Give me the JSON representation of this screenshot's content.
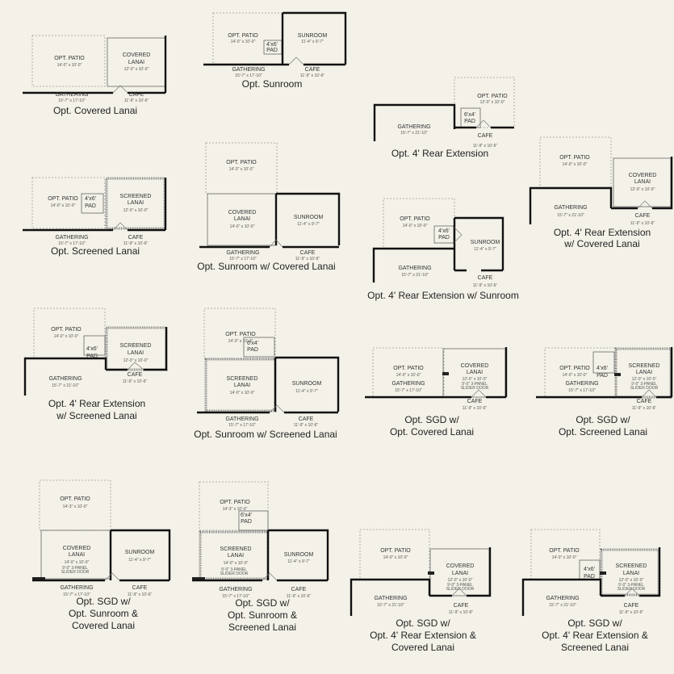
{
  "plans": [
    {
      "title": [
        "Opt. Covered Lanai"
      ],
      "labels": [
        {
          "text": "OPT. PATIO",
          "sub": "14'-0\" x 10'-0\""
        },
        {
          "text": "COVERED",
          "sub": ""
        },
        {
          "text": "LANAI",
          "sub": "12'-0\" x 10'-0\""
        },
        {
          "text": "GATHERING",
          "sub": "15'-7\" x 17'-10\""
        },
        {
          "text": "CAFE",
          "sub": "11'-9\" x 10'-6\""
        }
      ]
    },
    {
      "title": [
        "Opt. Sunroom"
      ],
      "labels": [
        {
          "text": "OPT. PATIO",
          "sub": "14'-0\" x 10'-0\""
        },
        {
          "text": "4'x6'",
          "sub": ""
        },
        {
          "text": "PAD",
          "sub": ""
        },
        {
          "text": "SUNROOM",
          "sub": "11'-4\" x 9'-7\""
        },
        {
          "text": "GATHERING",
          "sub": "15'-7\" x 17'-10\""
        },
        {
          "text": "CAFE",
          "sub": "11'-9\" x 10'-6\""
        }
      ]
    },
    {
      "title": [
        "Opt. 4' Rear Extension"
      ],
      "labels": [
        {
          "text": "OPT. PATIO",
          "sub": "12'-0\" x 10'-0\""
        },
        {
          "text": "6'x4'",
          "sub": ""
        },
        {
          "text": "PAD",
          "sub": ""
        },
        {
          "text": "GATHERING",
          "sub": "15'-7\" x 21'-10\""
        },
        {
          "text": "CAFE",
          "sub": "11'-9\" x 10'-6\""
        }
      ]
    },
    {
      "title": [
        "Opt. 4' Rear Extension",
        "w/ Covered Lanai"
      ],
      "labels": [
        {
          "text": "OPT. PATIO",
          "sub": "14'-0\" x 10'-0\""
        },
        {
          "text": "COVERED",
          "sub": ""
        },
        {
          "text": "LANAI",
          "sub": "12'-0\" x 10'-0\""
        },
        {
          "text": "GATHERING",
          "sub": "15'-7\" x 21'-10\""
        },
        {
          "text": "CAFE",
          "sub": "11'-9\" x 10'-6\""
        }
      ]
    },
    {
      "title": [
        "Opt. Screened Lanai"
      ],
      "labels": [
        {
          "text": "OPT. PATIO",
          "sub": "14'-0\" x 10'-0\""
        },
        {
          "text": "4'x6'",
          "sub": ""
        },
        {
          "text": "PAD",
          "sub": ""
        },
        {
          "text": "SCREENED",
          "sub": ""
        },
        {
          "text": "LANAI",
          "sub": "12'-0\" x 10'-0\""
        },
        {
          "text": "GATHERING",
          "sub": "15'-7\" x 17'-10\""
        },
        {
          "text": "CAFE",
          "sub": "11'-9\" x 10'-6\""
        }
      ]
    },
    {
      "title": [
        "Opt. Sunroom w/ Covered Lanai"
      ],
      "labels": [
        {
          "text": "OPT. PATIO",
          "sub": "14'-3\" x 10'-0\""
        },
        {
          "text": "COVERED",
          "sub": ""
        },
        {
          "text": "LANAI",
          "sub": "14'-0\" x 10'-0\""
        },
        {
          "text": "SUNROOM",
          "sub": "11'-4\" x 9'-7\""
        },
        {
          "text": "GATHERING",
          "sub": "15'-7\" x 17'-10\""
        },
        {
          "text": "CAFE",
          "sub": "11'-9\" x 10'-6\""
        }
      ]
    },
    {
      "title": [
        "Opt. 4' Rear Extension w/ Sunroom"
      ],
      "labels": [
        {
          "text": "OPT. PATIO",
          "sub": "14'-0\" x 10'-0\""
        },
        {
          "text": "4'x6'",
          "sub": ""
        },
        {
          "text": "PAD",
          "sub": ""
        },
        {
          "text": "SUNROOM",
          "sub": "11'-4\" x 9'-7\""
        },
        {
          "text": "GATHERING",
          "sub": "15'-7\" x 21'-10\""
        },
        {
          "text": "CAFE",
          "sub": "11'-9\" x 10'-6\""
        }
      ]
    },
    {
      "title": [
        "Opt. 4' Rear Extension",
        "w/ Screened Lanai"
      ],
      "labels": [
        {
          "text": "OPT. PATIO",
          "sub": "14'-0\" x 10'-0\""
        },
        {
          "text": "4'x6'",
          "sub": ""
        },
        {
          "text": "PAD",
          "sub": ""
        },
        {
          "text": "SCREENED",
          "sub": ""
        },
        {
          "text": "LANAI",
          "sub": "12'-0\" x 10'-0\""
        },
        {
          "text": "GATHERING",
          "sub": "15'-7\" x 21'-10\""
        },
        {
          "text": "CAFE",
          "sub": "11'-9\" x 10'-6\""
        }
      ]
    },
    {
      "title": [
        "Opt. Sunroom w/ Screened Lanai"
      ],
      "labels": [
        {
          "text": "OPT. PATIO",
          "sub": "14'-3\" x 10'-0\""
        },
        {
          "text": "6'x4'",
          "sub": ""
        },
        {
          "text": "PAD",
          "sub": ""
        },
        {
          "text": "SCREENED",
          "sub": ""
        },
        {
          "text": "LANAI",
          "sub": "14'-0\" x 10'-0\""
        },
        {
          "text": "SUNROOM",
          "sub": "11'-4\" x 9'-7\""
        },
        {
          "text": "GATHERING",
          "sub": "15'-7\" x 17'-10\""
        },
        {
          "text": "CAFE",
          "sub": "11'-9\" x 10'-6\""
        }
      ]
    },
    {
      "title": [
        "Opt. SGD w/",
        "Opt. Covered Lanai"
      ],
      "labels": [
        {
          "text": "OPT. PATIO",
          "sub": "14'-0\" x 10'-0\""
        },
        {
          "text": "COVERED",
          "sub": ""
        },
        {
          "text": "LANAI",
          "sub": "12'-0\" x 10'-0\""
        },
        {
          "text": "9'-0\" 3-PANEL",
          "sub": "SLIDER DOOR"
        },
        {
          "text": "GATHERING",
          "sub": "15'-7\" x 17'-10\""
        },
        {
          "text": "CAFE",
          "sub": "11'-9\" x 10'-6\""
        }
      ]
    },
    {
      "title": [
        "Opt. SGD w/",
        "Opt. Screened Lanai"
      ],
      "labels": [
        {
          "text": "OPT. PATIO",
          "sub": "14'-0\" x 10'-0\""
        },
        {
          "text": "4'x6'",
          "sub": ""
        },
        {
          "text": "PAD",
          "sub": ""
        },
        {
          "text": "SCREENED",
          "sub": ""
        },
        {
          "text": "LANAI",
          "sub": "12'-0\" x 10'-0\""
        },
        {
          "text": "9'-0\" 3-PANEL",
          "sub": "SLIDER DOOR"
        },
        {
          "text": "GATHERING",
          "sub": "15'-7\" x 17'-10\""
        },
        {
          "text": "CAFE",
          "sub": "11'-9\" x 10'-6\""
        }
      ]
    },
    {
      "title": [
        "Opt. SGD w/",
        "Opt. Sunroom &",
        "Covered Lanai"
      ],
      "labels": [
        {
          "text": "OPT. PATIO",
          "sub": "14'-3\" x 10'-0\""
        },
        {
          "text": "COVERED",
          "sub": ""
        },
        {
          "text": "LANAI",
          "sub": "14'-0\" x 10'-0\""
        },
        {
          "text": "9'-0\" 3-PANEL",
          "sub": "SLIDER DOOR"
        },
        {
          "text": "SUNROOM",
          "sub": "11'-4\" x 9'-7\""
        },
        {
          "text": "GATHERING",
          "sub": "15'-7\" x 17'-10\""
        },
        {
          "text": "CAFE",
          "sub": "11'-9\" x 10'-6\""
        }
      ]
    },
    {
      "title": [
        "Opt. SGD w/",
        "Opt. Sunroom &",
        "Screened Lanai"
      ],
      "labels": [
        {
          "text": "OPT. PATIO",
          "sub": "14'-3\" x 10'-0\""
        },
        {
          "text": "6'x4'",
          "sub": ""
        },
        {
          "text": "PAD",
          "sub": ""
        },
        {
          "text": "SCREENED",
          "sub": ""
        },
        {
          "text": "LANAI",
          "sub": "14'-0\" x 10'-0\""
        },
        {
          "text": "9'-0\" 3-PANEL",
          "sub": "SLIDER DOOR"
        },
        {
          "text": "SUNROOM",
          "sub": "11'-4\" x 9'-7\""
        },
        {
          "text": "GATHERING",
          "sub": "15'-7\" x 17'-10\""
        },
        {
          "text": "CAFE",
          "sub": "11'-9\" x 10'-6\""
        }
      ]
    },
    {
      "title": [
        "Opt. SGD w/",
        "Opt. 4' Rear Extension &",
        "Covered Lanai"
      ],
      "labels": [
        {
          "text": "OPT. PATIO",
          "sub": "14'-0\" x 10'-0\""
        },
        {
          "text": "COVERED",
          "sub": ""
        },
        {
          "text": "LANAI",
          "sub": "12'-0\" x 10'-0\""
        },
        {
          "text": "9'-0\" 3-PANEL",
          "sub": "SLIDER DOOR"
        },
        {
          "text": "GATHERING",
          "sub": "15'-7\" x 21'-10\""
        },
        {
          "text": "CAFE",
          "sub": "11'-9\" x 10'-6\""
        }
      ]
    },
    {
      "title": [
        "Opt. SGD w/",
        "Opt. 4' Rear Extension &",
        "Screened Lanai"
      ],
      "labels": [
        {
          "text": "OPT. PATIO",
          "sub": "14'-0\" x 10'-0\""
        },
        {
          "text": "4'x6'",
          "sub": ""
        },
        {
          "text": "PAD",
          "sub": ""
        },
        {
          "text": "SCREENED",
          "sub": ""
        },
        {
          "text": "LANAI",
          "sub": "12'-0\" x 10'-0\""
        },
        {
          "text": "9'-0\" 3-PANEL",
          "sub": "SLIDER DOOR"
        },
        {
          "text": "GATHERING",
          "sub": "15'-7\" x 21'-10\""
        },
        {
          "text": "CAFE",
          "sub": "11'-9\" x 10'-6\""
        }
      ]
    }
  ]
}
